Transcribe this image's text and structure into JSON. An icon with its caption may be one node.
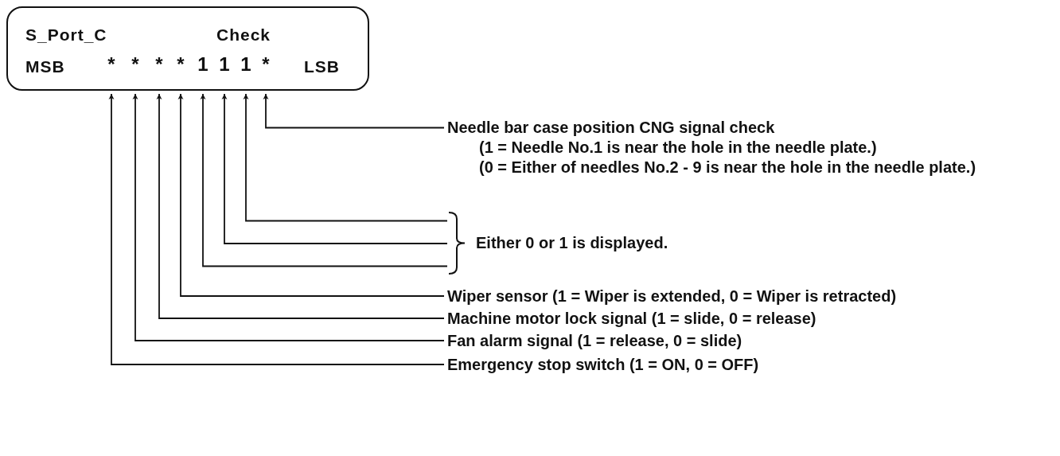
{
  "diagram": {
    "nodes": [
      {
        "text": [
          "S_Port_C",
          "Check",
          "MSB",
          "LSB"
        ]
      },
      {
        "text": [
          "*"
        ],
        "in": 0
      },
      {
        "text": [
          "*"
        ],
        "in": 0
      },
      {
        "text": [
          "*"
        ],
        "in": 0
      },
      {
        "text": [
          "*"
        ],
        "in": 0
      },
      {
        "text": [
          "1"
        ],
        "in": 0
      },
      {
        "text": [
          "1"
        ],
        "in": 0
      },
      {
        "text": [
          "1"
        ],
        "in": 0
      },
      {
        "text": [
          "*"
        ],
        "in": 0
      },
      {
        "text": [
          "Needle bar case position CNG signal check",
          "(1 = Needle No.1 is near the hole in the needle plate.)",
          "(0 = Either of needles No.2 - 9 is near the hole in the needle plate.)"
        ]
      },
      {
        "text": [
          "Either 0 or 1 is displayed."
        ]
      },
      {
        "text": [
          "Wiper sensor (1 = Wiper is extended, 0 = Wiper is retracted)"
        ]
      },
      {
        "text": [
          "Machine motor lock signal (1 = slide, 0 = release)"
        ]
      },
      {
        "text": [
          "Fan alarm signal (1 = release, 0 = slide)"
        ]
      },
      {
        "text": [
          "Emergency stop switch (1 = ON, 0 = OFF)"
        ]
      }
    ],
    "edges": [
      {
        "from": 9,
        "to": 8,
        "arrow": "to"
      },
      {
        "from": 10,
        "to": 7,
        "arrow": "to"
      },
      {
        "from": 10,
        "to": 6,
        "arrow": "to"
      },
      {
        "from": 10,
        "to": 5,
        "arrow": "to"
      },
      {
        "from": 11,
        "to": 4,
        "arrow": "to"
      },
      {
        "from": 12,
        "to": 3,
        "arrow": "to"
      },
      {
        "from": 13,
        "to": 2,
        "arrow": "to"
      },
      {
        "from": 14,
        "to": 1,
        "arrow": "to"
      }
    ]
  }
}
